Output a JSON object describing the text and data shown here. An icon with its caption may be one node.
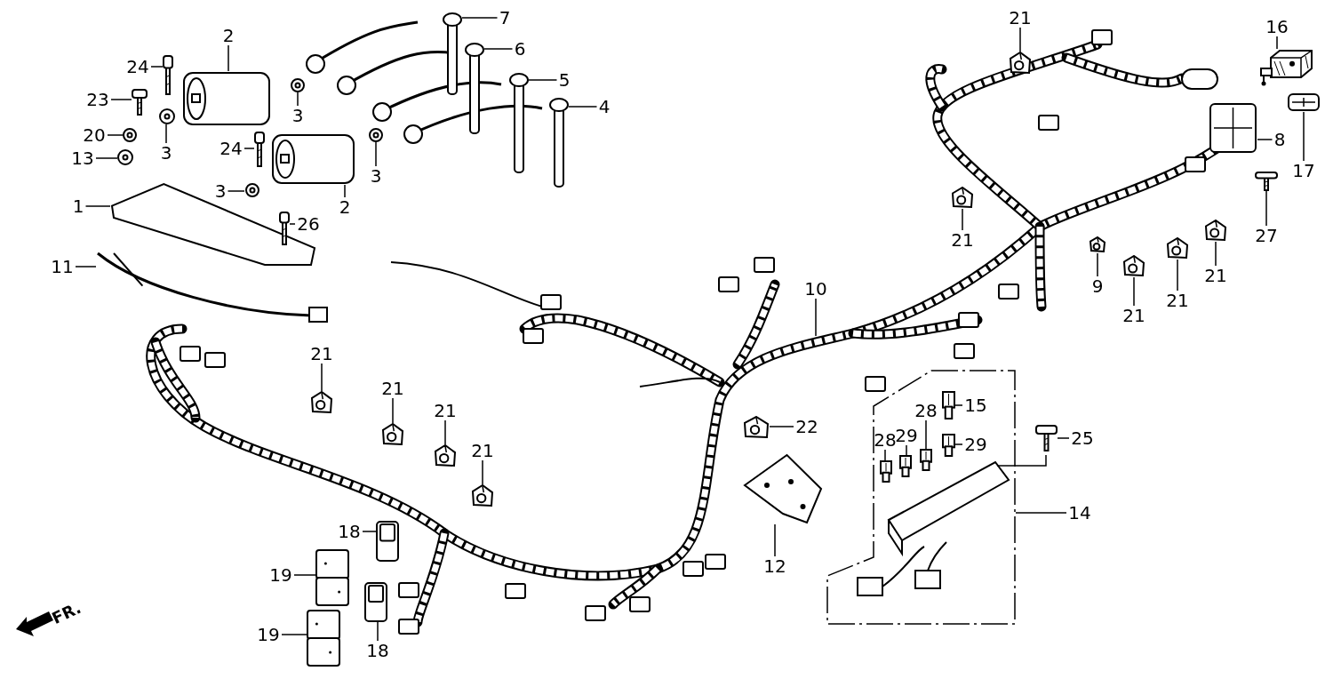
{
  "diagram": {
    "nodes": [
      {
        "text": [
          "2"
        ]
      },
      {
        "text": [
          "24"
        ]
      },
      {
        "text": [
          "23"
        ]
      },
      {
        "text": [
          "3"
        ]
      },
      {
        "text": [
          "3"
        ]
      },
      {
        "text": [
          "20"
        ]
      },
      {
        "text": [
          "13"
        ]
      },
      {
        "text": [
          "24"
        ]
      },
      {
        "text": [
          "3"
        ]
      },
      {
        "text": [
          "3"
        ]
      },
      {
        "text": [
          "2"
        ]
      },
      {
        "text": [
          "1"
        ]
      },
      {
        "text": [
          "26"
        ]
      },
      {
        "text": [
          "11"
        ]
      },
      {
        "text": [
          "7"
        ]
      },
      {
        "text": [
          "6"
        ]
      },
      {
        "text": [
          "5"
        ]
      },
      {
        "text": [
          "4"
        ]
      },
      {
        "text": [
          "21"
        ]
      },
      {
        "text": [
          "16"
        ]
      },
      {
        "text": [
          "8"
        ]
      },
      {
        "text": [
          "17"
        ]
      },
      {
        "text": [
          "21"
        ]
      },
      {
        "text": [
          "27"
        ]
      },
      {
        "text": [
          "9"
        ]
      },
      {
        "text": [
          "21"
        ]
      },
      {
        "text": [
          "21"
        ]
      },
      {
        "text": [
          "21"
        ]
      },
      {
        "text": [
          "10"
        ]
      },
      {
        "text": [
          "21"
        ]
      },
      {
        "text": [
          "21"
        ]
      },
      {
        "text": [
          "21"
        ]
      },
      {
        "text": [
          "21"
        ]
      },
      {
        "text": [
          "22"
        ]
      },
      {
        "text": [
          "15"
        ],
        "in": 46
      },
      {
        "text": [
          "28"
        ],
        "in": 46
      },
      {
        "text": [
          "28"
        ],
        "in": 46
      },
      {
        "text": [
          "29"
        ],
        "in": 46
      },
      {
        "text": [
          "29"
        ],
        "in": 46
      },
      {
        "text": [
          "25"
        ]
      },
      {
        "text": [
          "14"
        ]
      },
      {
        "text": [
          "12"
        ]
      },
      {
        "text": [
          "18"
        ]
      },
      {
        "text": [
          "19"
        ]
      },
      {
        "text": [
          "18"
        ]
      },
      {
        "text": [
          "19"
        ]
      },
      {
        "text": [],
        "shape": "box"
      },
      {
        "text": [],
        "shape": "picture"
      },
      {
        "text": [],
        "shape": "picture"
      },
      {
        "text": [],
        "shape": "picture"
      },
      {
        "text": [],
        "shape": "picture"
      },
      {
        "text": [],
        "shape": "picture"
      },
      {
        "text": [],
        "shape": "picture"
      },
      {
        "text": [],
        "shape": "picture"
      },
      {
        "text": [],
        "shape": "picture"
      },
      {
        "text": [],
        "shape": "picture"
      },
      {
        "text": [],
        "shape": "picture"
      },
      {
        "text": [],
        "shape": "picture"
      },
      {
        "text": [],
        "shape": "picture"
      },
      {
        "text": [],
        "shape": "picture"
      },
      {
        "text": [],
        "shape": "picture"
      },
      {
        "text": [],
        "shape": "picture"
      },
      {
        "text": [],
        "shape": "picture"
      },
      {
        "text": [],
        "shape": "picture"
      },
      {
        "text": [],
        "shape": "picture"
      },
      {
        "text": [],
        "shape": "picture"
      },
      {
        "text": [],
        "shape": "picture"
      },
      {
        "text": [],
        "shape": "picture"
      },
      {
        "text": [],
        "shape": "picture"
      },
      {
        "text": [],
        "shape": "picture"
      },
      {
        "text": [],
        "shape": "picture"
      },
      {
        "text": [],
        "shape": "picture"
      },
      {
        "text": [],
        "shape": "picture"
      },
      {
        "text": [],
        "shape": "picture"
      },
      {
        "text": [],
        "shape": "picture"
      },
      {
        "text": [],
        "shape": "picture"
      },
      {
        "text": [],
        "shape": "picture"
      },
      {
        "text": [],
        "shape": "picture"
      },
      {
        "text": [],
        "shape": "picture"
      },
      {
        "text": [],
        "shape": "picture"
      },
      {
        "text": [],
        "shape": "picture",
        "in": 46
      },
      {
        "text": [],
        "shape": "picture",
        "in": 46
      },
      {
        "text": [],
        "shape": "picture",
        "in": 46
      },
      {
        "text": [],
        "shape": "picture",
        "in": 46
      },
      {
        "text": [],
        "shape": "picture",
        "in": 46
      },
      {
        "text": [],
        "shape": "picture"
      },
      {
        "text": [],
        "shape": "picture"
      },
      {
        "text": [],
        "shape": "picture"
      },
      {
        "text": [],
        "shape": "picture"
      },
      {
        "text": [],
        "shape": "picture"
      },
      {
        "text": [],
        "shape": "picture"
      }
    ],
    "edges": [
      {
        "from": 0,
        "to": 47,
        "arrow": "none"
      },
      {
        "from": 1,
        "to": 48,
        "arrow": "none"
      },
      {
        "from": 2,
        "to": 49,
        "arrow": "none"
      },
      {
        "from": 3,
        "to": 50,
        "arrow": "none"
      },
      {
        "from": 4,
        "to": 51,
        "arrow": "none"
      },
      {
        "from": 5,
        "to": 52,
        "arrow": "none"
      },
      {
        "from": 6,
        "to": 53,
        "arrow": "none"
      },
      {
        "from": 7,
        "to": 54,
        "arrow": "none"
      },
      {
        "from": 8,
        "to": 55,
        "arrow": "none"
      },
      {
        "from": 9,
        "to": 56,
        "arrow": "none"
      },
      {
        "from": 10,
        "to": 57,
        "arrow": "none"
      },
      {
        "from": 11,
        "to": 58,
        "arrow": "none"
      },
      {
        "from": 12,
        "to": 59,
        "arrow": "none"
      },
      {
        "from": 13,
        "to": 60,
        "arrow": "none"
      },
      {
        "from": 14,
        "to": 61,
        "arrow": "none"
      },
      {
        "from": 15,
        "to": 62,
        "arrow": "none"
      },
      {
        "from": 16,
        "to": 63,
        "arrow": "none"
      },
      {
        "from": 17,
        "to": 64,
        "arrow": "none"
      },
      {
        "from": 18,
        "to": 65,
        "arrow": "none"
      },
      {
        "from": 19,
        "to": 66,
        "arrow": "none"
      },
      {
        "from": 20,
        "to": 67,
        "arrow": "none"
      },
      {
        "from": 21,
        "to": 68,
        "arrow": "none"
      },
      {
        "from": 22,
        "to": 69,
        "arrow": "none"
      },
      {
        "from": 23,
        "to": 70,
        "arrow": "none"
      },
      {
        "from": 24,
        "to": 71,
        "arrow": "none"
      },
      {
        "from": 25,
        "to": 72,
        "arrow": "none"
      },
      {
        "from": 26,
        "to": 73,
        "arrow": "none"
      },
      {
        "from": 27,
        "to": 74,
        "arrow": "none"
      },
      {
        "from": 28,
        "to": null,
        "arrow": "none"
      },
      {
        "from": 29,
        "to": 75,
        "arrow": "none"
      },
      {
        "from": 30,
        "to": 76,
        "arrow": "none"
      },
      {
        "from": 31,
        "to": 77,
        "arrow": "none"
      },
      {
        "from": 32,
        "to": 78,
        "arrow": "none"
      },
      {
        "from": 33,
        "to": 79,
        "arrow": "none"
      },
      {
        "from": 34,
        "to": 80,
        "arrow": "none"
      },
      {
        "from": 35,
        "to": 81,
        "arrow": "none"
      },
      {
        "from": 36,
        "to": 82,
        "arrow": "none"
      },
      {
        "from": 37,
        "to": 83,
        "arrow": "none"
      },
      {
        "from": 38,
        "to": 84,
        "arrow": "none"
      },
      {
        "from": 39,
        "to": 85,
        "arrow": "none"
      },
      {
        "from": 40,
        "to": 46,
        "arrow": "none"
      },
      {
        "from": 41,
        "to": 86,
        "arrow": "none"
      },
      {
        "from": 42,
        "to": 87,
        "arrow": "none"
      },
      {
        "from": 43,
        "to": 88,
        "arrow": "none"
      },
      {
        "from": 44,
        "to": 89,
        "arrow": "none"
      },
      {
        "from": 45,
        "to": 90,
        "arrow": "none"
      }
    ],
    "labels": [
      "FR."
    ]
  }
}
